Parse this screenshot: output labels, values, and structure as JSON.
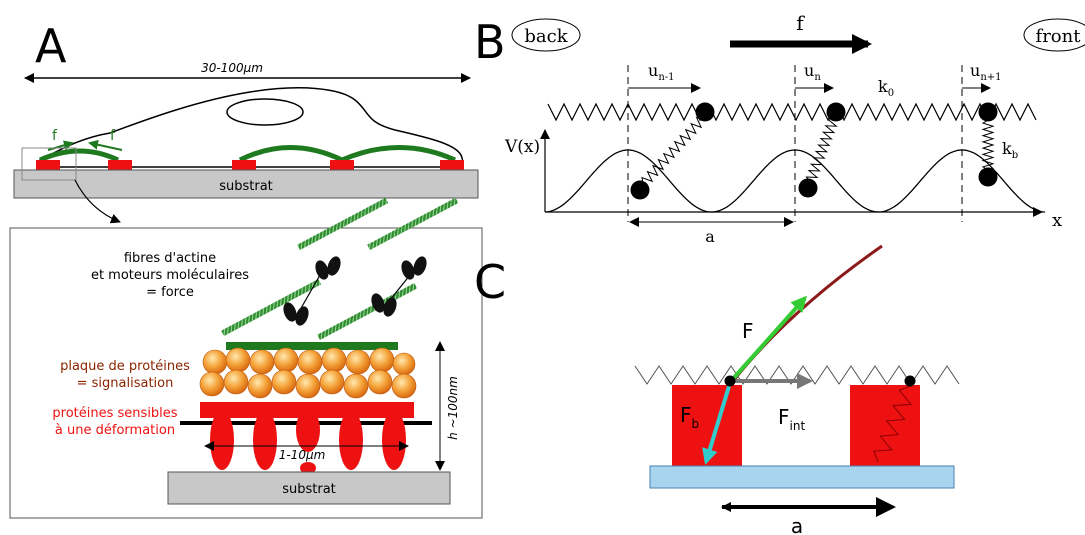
{
  "panel_a": {
    "label": "A",
    "width_label": "30-100µm",
    "force_label_1": "f",
    "force_label_2": "f",
    "substrate_label": "substrat",
    "actin_line1": "fibres d'actine",
    "actin_line2": "et moteurs moléculaires",
    "actin_line3": "= force",
    "plaque_line1": "plaque de protéines",
    "plaque_line2": "= signalisation",
    "sensor_line1": "protéines sensibles",
    "sensor_line2": "à une déformation",
    "height_label": "h ~100nm",
    "spacing_label": "1-10µm",
    "zoom_substrate_label": "substrat",
    "colors": {
      "actin": "#1f7a1f",
      "plaque": "#8b2500",
      "sensor": "#ff0000",
      "substrate": "#c8c8c8"
    }
  },
  "panel_b": {
    "label": "B",
    "back_label": "back",
    "front_label": "front",
    "force_label": "f",
    "u_prev": "u",
    "u_prev_sub": "n-1",
    "u_curr": "u",
    "u_curr_sub": "n",
    "u_next": "u",
    "u_next_sub": "n+1",
    "k0": "k",
    "k0_sub": "0",
    "kb": "k",
    "kb_sub": "b",
    "potential_label": "V(x)",
    "x_label": "x",
    "a_label": "a"
  },
  "panel_c": {
    "label": "C",
    "F_label": "F",
    "Fb_label": "F",
    "Fb_sub": "b",
    "Fint_label": "F",
    "Fint_sub": "int",
    "a_label": "a",
    "colors": {
      "F_arrow": "#33cc33",
      "Fb_arrow": "#33cccc",
      "Fint_arrow": "#777777",
      "block": "#ee1111",
      "base": "#a8d4f0",
      "tail": "#8b1a1a"
    }
  }
}
